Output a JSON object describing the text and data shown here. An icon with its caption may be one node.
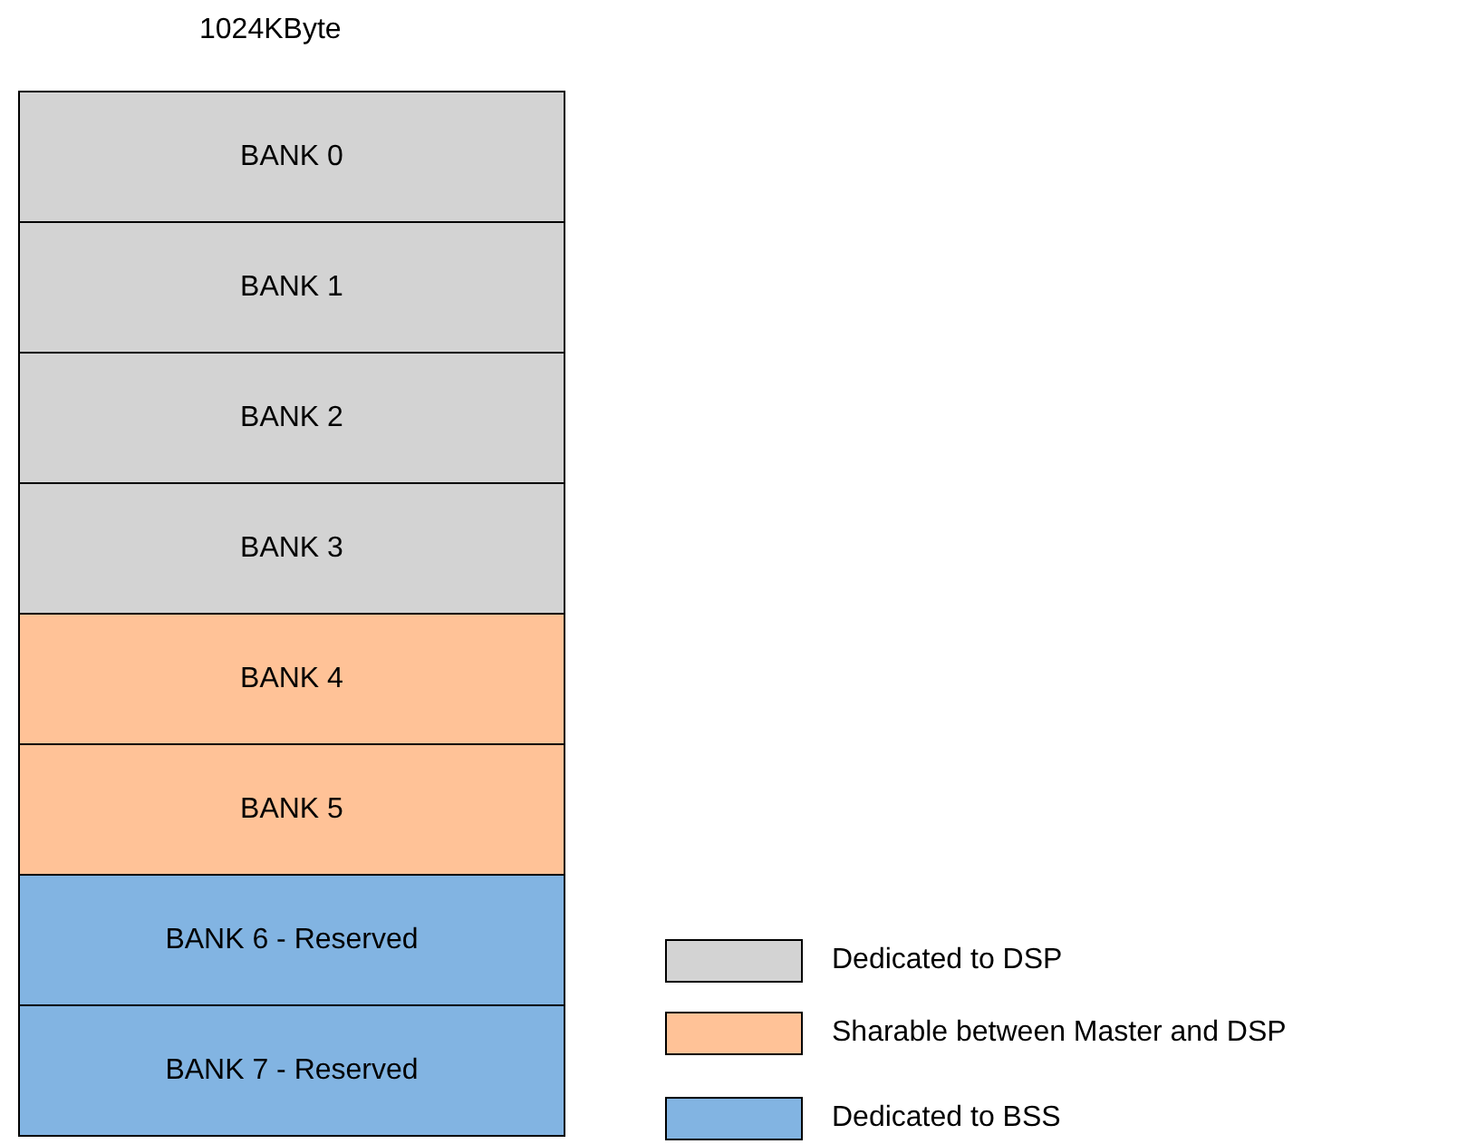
{
  "diagram": {
    "nodes": [
      {
        "text": [
          "BANK 0"
        ]
      },
      {
        "text": [
          "BANK 1"
        ]
      },
      {
        "text": [
          "BANK 2"
        ]
      },
      {
        "text": [
          "BANK 3"
        ]
      },
      {
        "text": [
          "BANK 4"
        ]
      },
      {
        "text": [
          "BANK 5"
        ]
      },
      {
        "text": [
          "BANK 6 - Reserved"
        ]
      },
      {
        "text": [
          "BANK 7 - Reserved"
        ]
      }
    ],
    "labels": [
      "1024KByte"
    ],
    "legend": [
      {
        "text": "Dedicated to DSP",
        "color": "#d3d3d3"
      },
      {
        "text": "Sharable between Master and DSP",
        "color": "#ffc297"
      },
      {
        "text": "Dedicated to BSS",
        "color": "#82b4e2"
      }
    ]
  }
}
